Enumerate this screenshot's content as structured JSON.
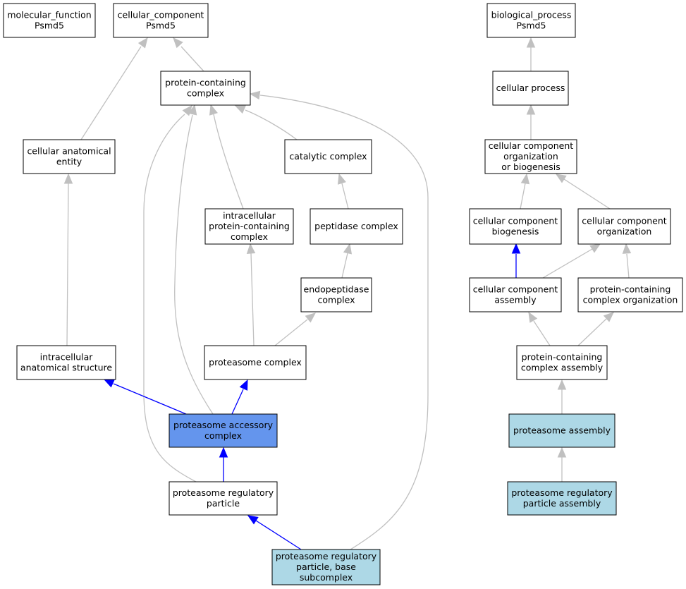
{
  "colors": {
    "node_default": "#ffffff",
    "node_selected": "#6495ed",
    "node_annotated": "#add8e6",
    "edge_default": "#c0c0c0",
    "edge_highlight": "#0000ff"
  },
  "nodes": {
    "mf_root": {
      "lines": [
        "molecular_function",
        "Psmd5"
      ],
      "fill": "default"
    },
    "cc_root": {
      "lines": [
        "cellular_component",
        "Psmd5"
      ],
      "fill": "default"
    },
    "bp_root": {
      "lines": [
        "biological_process",
        "Psmd5"
      ],
      "fill": "default"
    },
    "protein_containing_complex": {
      "lines": [
        "protein-containing",
        "complex"
      ],
      "fill": "default"
    },
    "cellular_process": {
      "lines": [
        "cellular process"
      ],
      "fill": "default"
    },
    "cellular_anatomical_entity": {
      "lines": [
        "cellular anatomical",
        "entity"
      ],
      "fill": "default"
    },
    "catalytic_complex": {
      "lines": [
        "catalytic complex"
      ],
      "fill": "default"
    },
    "cc_org_or_biogenesis": {
      "lines": [
        "cellular component",
        "organization",
        "or biogenesis"
      ],
      "fill": "default"
    },
    "intracellular_pcc": {
      "lines": [
        "intracellular",
        "protein-containing",
        "complex"
      ],
      "fill": "default"
    },
    "peptidase_complex": {
      "lines": [
        "peptidase complex"
      ],
      "fill": "default"
    },
    "cc_biogenesis": {
      "lines": [
        "cellular component",
        "biogenesis"
      ],
      "fill": "default"
    },
    "cc_organization": {
      "lines": [
        "cellular component",
        "organization"
      ],
      "fill": "default"
    },
    "endopeptidase_complex": {
      "lines": [
        "endopeptidase",
        "complex"
      ],
      "fill": "default"
    },
    "cc_assembly": {
      "lines": [
        "cellular component",
        "assembly"
      ],
      "fill": "default"
    },
    "pc_complex_organization": {
      "lines": [
        "protein-containing",
        "complex organization"
      ],
      "fill": "default"
    },
    "intracellular_anatomical_structure": {
      "lines": [
        "intracellular",
        "anatomical structure"
      ],
      "fill": "default"
    },
    "proteasome_complex": {
      "lines": [
        "proteasome complex"
      ],
      "fill": "default"
    },
    "pc_complex_assembly": {
      "lines": [
        "protein-containing",
        "complex assembly"
      ],
      "fill": "default"
    },
    "proteasome_accessory_complex": {
      "lines": [
        "proteasome accessory",
        "complex"
      ],
      "fill": "selected"
    },
    "proteasome_assembly": {
      "lines": [
        "proteasome assembly"
      ],
      "fill": "annotated"
    },
    "proteasome_regulatory_particle": {
      "lines": [
        "proteasome regulatory",
        "particle"
      ],
      "fill": "default"
    },
    "proteasome_rp_assembly": {
      "lines": [
        "proteasome regulatory",
        "particle assembly"
      ],
      "fill": "annotated"
    },
    "proteasome_rp_base_subcomplex": {
      "lines": [
        "proteasome regulatory",
        "particle, base",
        "subcomplex"
      ],
      "fill": "annotated"
    }
  },
  "edges": [
    {
      "from": "protein_containing_complex",
      "to": "cc_root",
      "style": "default"
    },
    {
      "from": "cellular_anatomical_entity",
      "to": "cc_root",
      "style": "default"
    },
    {
      "from": "catalytic_complex",
      "to": "protein_containing_complex",
      "style": "default"
    },
    {
      "from": "intracellular_pcc",
      "to": "protein_containing_complex",
      "style": "default"
    },
    {
      "from": "proteasome_accessory_complex",
      "to": "protein_containing_complex",
      "style": "default"
    },
    {
      "from": "proteasome_regulatory_particle",
      "to": "protein_containing_complex",
      "style": "default"
    },
    {
      "from": "proteasome_rp_base_subcomplex",
      "to": "protein_containing_complex",
      "style": "default"
    },
    {
      "from": "peptidase_complex",
      "to": "catalytic_complex",
      "style": "default"
    },
    {
      "from": "endopeptidase_complex",
      "to": "peptidase_complex",
      "style": "default"
    },
    {
      "from": "proteasome_complex",
      "to": "endopeptidase_complex",
      "style": "default"
    },
    {
      "from": "proteasome_complex",
      "to": "intracellular_pcc",
      "style": "default"
    },
    {
      "from": "intracellular_anatomical_structure",
      "to": "cellular_anatomical_entity",
      "style": "default"
    },
    {
      "from": "proteasome_accessory_complex",
      "to": "intracellular_anatomical_structure",
      "style": "highlight"
    },
    {
      "from": "proteasome_accessory_complex",
      "to": "proteasome_complex",
      "style": "highlight"
    },
    {
      "from": "proteasome_regulatory_particle",
      "to": "proteasome_accessory_complex",
      "style": "highlight"
    },
    {
      "from": "proteasome_rp_base_subcomplex",
      "to": "proteasome_regulatory_particle",
      "style": "highlight"
    },
    {
      "from": "cellular_process",
      "to": "bp_root",
      "style": "default"
    },
    {
      "from": "cc_org_or_biogenesis",
      "to": "cellular_process",
      "style": "default"
    },
    {
      "from": "cc_biogenesis",
      "to": "cc_org_or_biogenesis",
      "style": "default"
    },
    {
      "from": "cc_organization",
      "to": "cc_org_or_biogenesis",
      "style": "default"
    },
    {
      "from": "cc_assembly",
      "to": "cc_biogenesis",
      "style": "highlight"
    },
    {
      "from": "cc_assembly",
      "to": "cc_organization",
      "style": "default"
    },
    {
      "from": "pc_complex_organization",
      "to": "cc_organization",
      "style": "default"
    },
    {
      "from": "pc_complex_assembly",
      "to": "cc_assembly",
      "style": "default"
    },
    {
      "from": "pc_complex_assembly",
      "to": "pc_complex_organization",
      "style": "default"
    },
    {
      "from": "proteasome_assembly",
      "to": "pc_complex_assembly",
      "style": "default"
    },
    {
      "from": "proteasome_rp_assembly",
      "to": "proteasome_assembly",
      "style": "default"
    }
  ]
}
